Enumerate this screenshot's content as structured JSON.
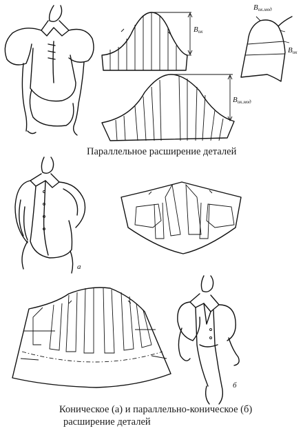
{
  "captions": {
    "parallel": "Параллельное расширение деталей",
    "conical_line1": "Коническое (а) и параллельно-коническое (б)",
    "conical_line2": "расширение деталей"
  },
  "labels": {
    "b_ok": "В",
    "b_ok_sub": "ок",
    "b_ok_mod": "В",
    "b_ok_mod_sub": "ок.мод",
    "sleeve_b_ok_mod": "В",
    "sleeve_b_ok_mod_sub": "ок.мод",
    "sleeve_b_ok": "В",
    "sleeve_b_ok_sub": "ок",
    "fig_a": "а",
    "fig_b": "б"
  }
}
